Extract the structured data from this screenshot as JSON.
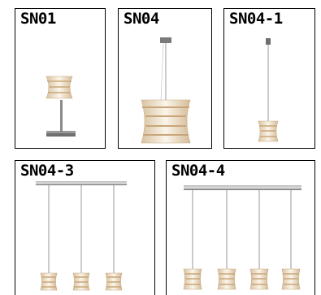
{
  "products": [
    {
      "code": "SN01"
    },
    {
      "code": "SN04"
    },
    {
      "code": "SN04-1"
    },
    {
      "code": "SN04-3"
    },
    {
      "code": "SN04-4"
    }
  ],
  "colors": {
    "border": "#000000",
    "shade_light": "#f7efe3",
    "shade_band": "#c9a67a",
    "metal": "#8a8a8a",
    "wire": "#aaaaaa"
  }
}
